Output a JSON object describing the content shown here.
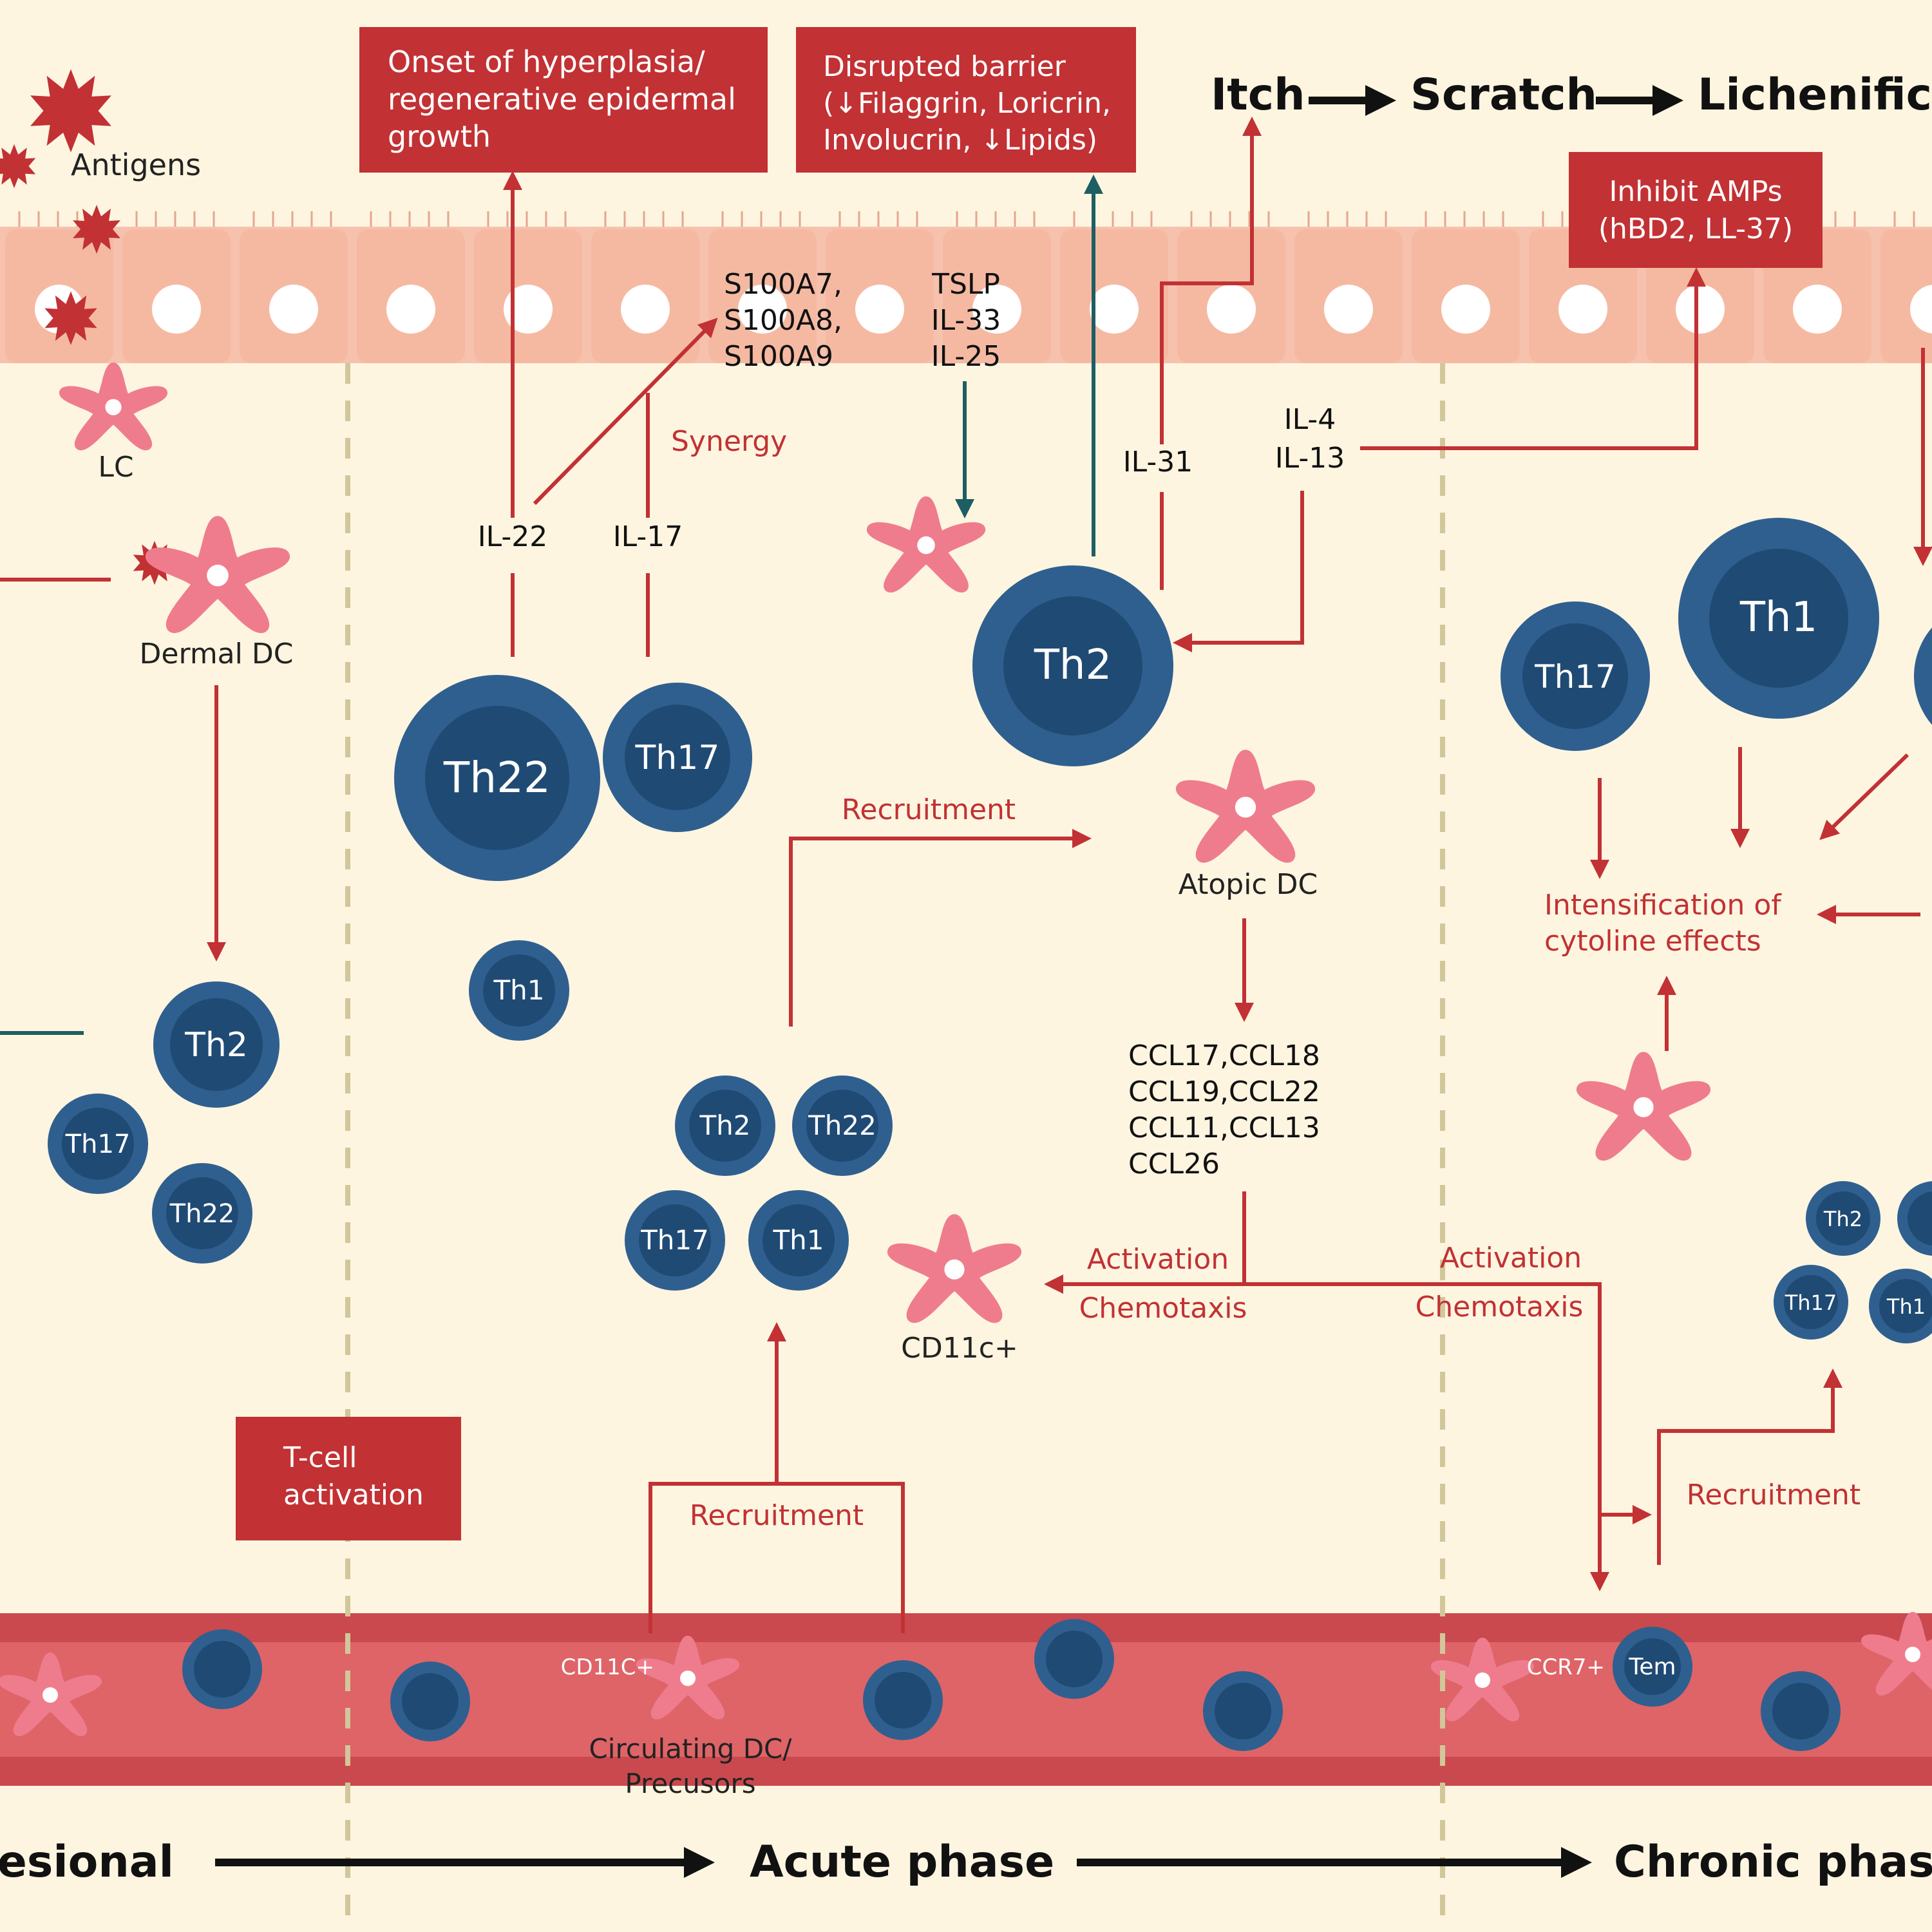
{
  "colors": {
    "background": "#fdf5e0",
    "accent_red": "#c23134",
    "navy": "#2f5f8f",
    "navy_dark": "#1f4a74",
    "pink": "#ef7c8d",
    "skin": "#f6c2ad",
    "teal": "#1d5e63",
    "vessel": "#d9585e",
    "black": "#111111"
  },
  "boxes": {
    "hyperplasia": [
      "Onset of hyperplasia/",
      "regenerative epidermal",
      "growth"
    ],
    "barrier": [
      "Disrupted barrier",
      "(↓Filaggrin, Loricrin,",
      "Involucrin, ↓Lipids)"
    ],
    "amps": [
      "Inhibit AMPs",
      "(hBD2, LL-37)"
    ],
    "tcell": [
      "T-cell",
      "activation"
    ]
  },
  "itch_chain": {
    "itch": "Itch",
    "scratch": "Scratch",
    "lichen": "Lichenification"
  },
  "labels": {
    "antigens": "Antigens",
    "lc": "LC",
    "dermal_dc": "Dermal DC",
    "atopic_dc": "Atopic DC",
    "cd11c": "CD11c+",
    "circulating_dc": [
      "Circulating DC/",
      "Precusors"
    ],
    "cd11c_vessel": "CD11C+",
    "ccr7": "CCR7+",
    "tem": "Tem",
    "intensification": [
      "Intensification of",
      "cytoline effects"
    ]
  },
  "cytokines": {
    "s100": [
      "S100A7,",
      "S100A8,",
      "S100A9"
    ],
    "tslp": [
      "TSLP",
      "IL-33",
      "IL-25"
    ],
    "il22": "IL-22",
    "il17": "IL-17",
    "il31": "IL-31",
    "il4_13": [
      "IL-4",
      "IL-13"
    ],
    "ccl": [
      "CCL17,CCL18",
      "CCL19,CCL22",
      "CCL11,CCL13",
      "CCL26"
    ]
  },
  "processes": {
    "synergy": "Synergy",
    "recruitment": "Recruitment",
    "activation": "Activation",
    "chemotaxis": "Chemotaxis"
  },
  "cells": {
    "th22": "Th22",
    "th17": "Th17",
    "th1": "Th1",
    "th2": "Th2"
  },
  "phases": {
    "nonlesional": "Nonlesional",
    "acute": "Acute phase",
    "chronic": "Chronic phase"
  }
}
